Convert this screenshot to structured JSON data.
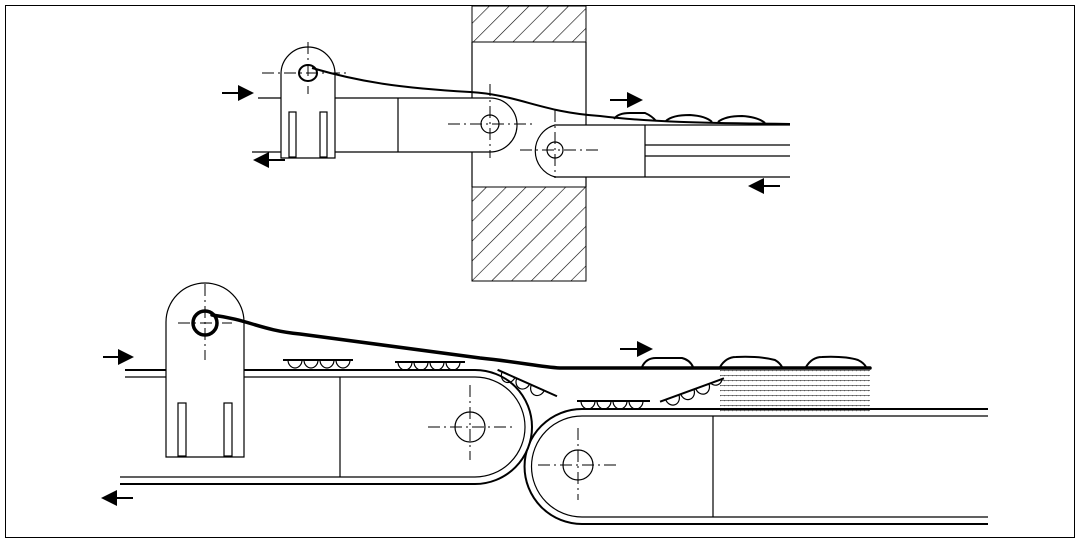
{
  "colors": {
    "stroke": "#000000",
    "background": "#ffffff"
  },
  "figures": [
    {
      "id": "top-view",
      "parts": [
        "feed-roller-housing",
        "conveyor-1",
        "conveyor-2",
        "wall-section",
        "fabric-web"
      ]
    },
    {
      "id": "bottom-view",
      "parts": [
        "feed-roller-housing",
        "conveyor-1",
        "conveyor-2",
        "pleated-fabric",
        "fabric-web"
      ]
    }
  ]
}
